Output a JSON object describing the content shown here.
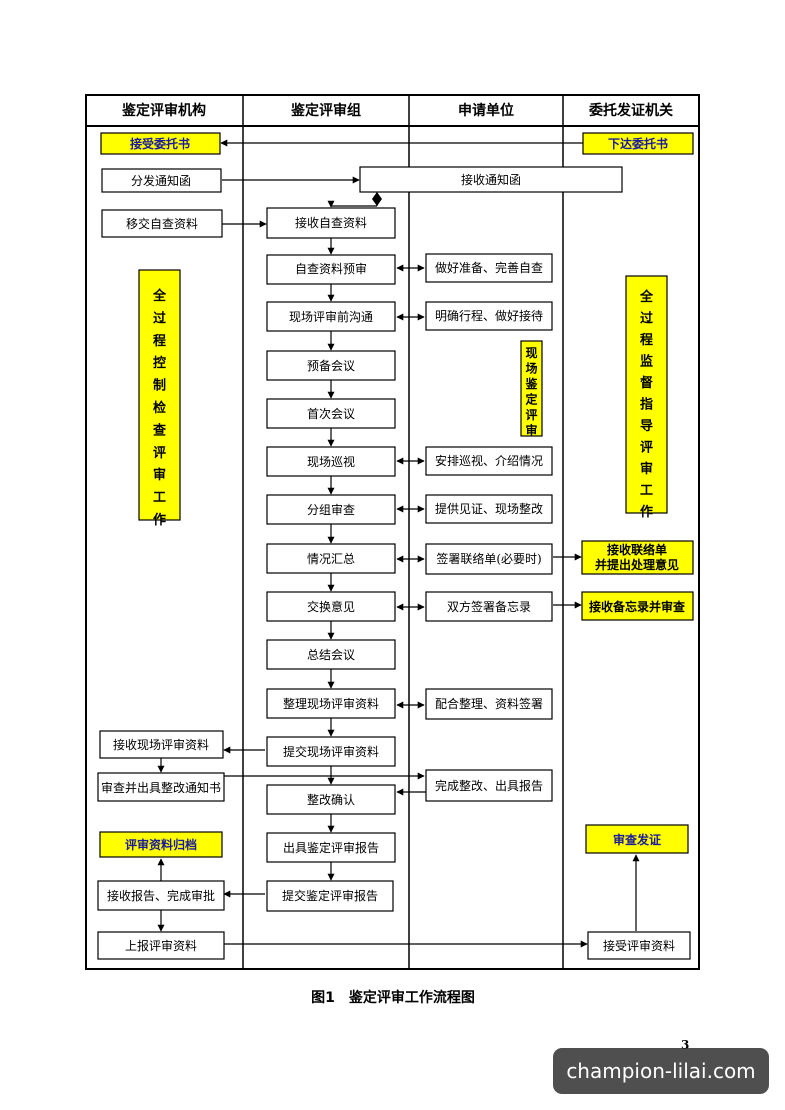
{
  "columns": [
    "鉴定评审机构",
    "鉴定评审组",
    "申请单位",
    "委托发证机关"
  ],
  "caption": "图1　鉴定评审工作流程图",
  "page_number": "3",
  "watermark": "champion-lilai.com",
  "colors": {
    "highlight": "#ffff00",
    "highlight_text": "#1a1aa0",
    "line": "#000000"
  },
  "nodes": {
    "accept_commission": "接受委托书",
    "issue_commission": "下达委托书",
    "distribute_notice": "分发通知函",
    "receive_notice": "接收通知函",
    "transfer_selfcheck": "移交自查资料",
    "receive_selfcheck": "接收自查资料",
    "selfcheck_prereview": "自查资料预审",
    "prepare_selfcheck": "做好准备、完善自查",
    "pre_review_comm": "现场评审前沟通",
    "confirm_schedule": "明确行程、做好接待",
    "preparatory_meeting": "预备会议",
    "first_meeting": "首次会议",
    "site_tour": "现场巡视",
    "arrange_tour": "安排巡视、介绍情况",
    "group_review": "分组审查",
    "provide_evidence": "提供见证、现场整改",
    "summary": "情况汇总",
    "sign_contact": "签署联络单(必要时)",
    "receive_contact": "接收联络单并提出处理意见",
    "exchange_opinions": "交换意见",
    "sign_memo": "双方签署备忘录",
    "receive_memo": "接收备忘录并审查",
    "closing_meeting": "总结会议",
    "organize_materials": "整理现场评审资料",
    "cooperate_organize": "配合整理、资料签署",
    "receive_site_materials": "接收现场评审资料",
    "submit_site_materials": "提交现场评审资料",
    "review_notice": "审查并出具整改通知书",
    "complete_rectify": "完成整改、出具报告",
    "rectify_confirm": "整改确认",
    "issue_report": "出具鉴定评审报告",
    "archive": "评审资料归档",
    "review_issue": "审查发证",
    "receive_report": "接收报告、完成审批",
    "submit_report": "提交鉴定评审报告",
    "report_materials": "上报评审资料",
    "accept_materials": "接受评审资料"
  },
  "vertical_labels": {
    "control": "全过程控制检查评审工作",
    "onsite": "现场鉴定评审",
    "supervise": "全过程监督指导评审工作"
  }
}
